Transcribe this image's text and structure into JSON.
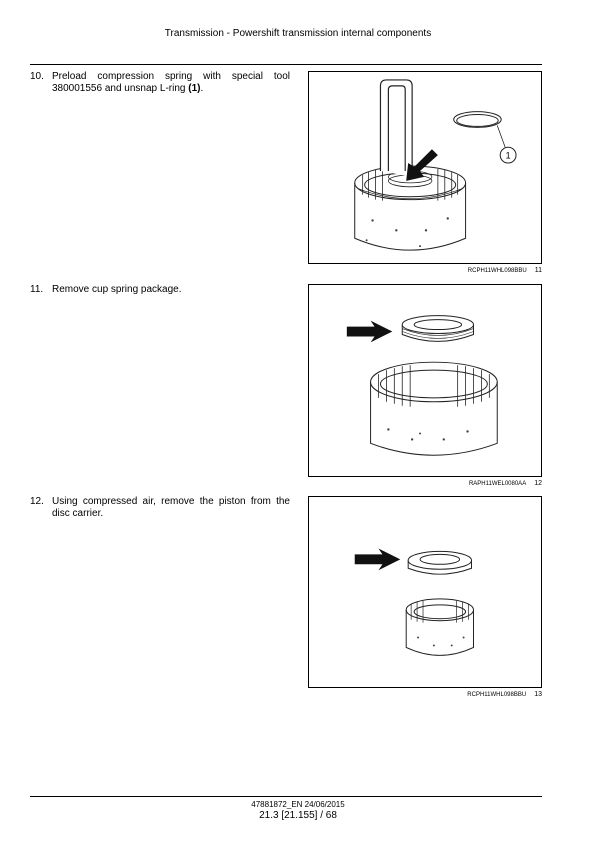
{
  "header": {
    "title": "Transmission - Powershift transmission internal components"
  },
  "steps": [
    {
      "number": "10.",
      "text_pre": "Preload compression spring with special tool 380001556 and unsnap L-ring ",
      "text_bold": "(1)",
      "text_post": "."
    },
    {
      "number": "11.",
      "text": "Remove cup spring package."
    },
    {
      "number": "12.",
      "text": "Using compressed air, remove the piston from the disc carrier."
    }
  ],
  "figures": [
    {
      "code": "RCPH11WHL098BBU",
      "number": "11",
      "callout": "1"
    },
    {
      "code": "RAPH11WEL0080AA",
      "number": "12"
    },
    {
      "code": "RCPH11WHL098BBU",
      "number": "13"
    }
  ],
  "footer": {
    "doc": "47881872_EN 24/06/2015",
    "page": "21.3 [21.155] / 68"
  }
}
